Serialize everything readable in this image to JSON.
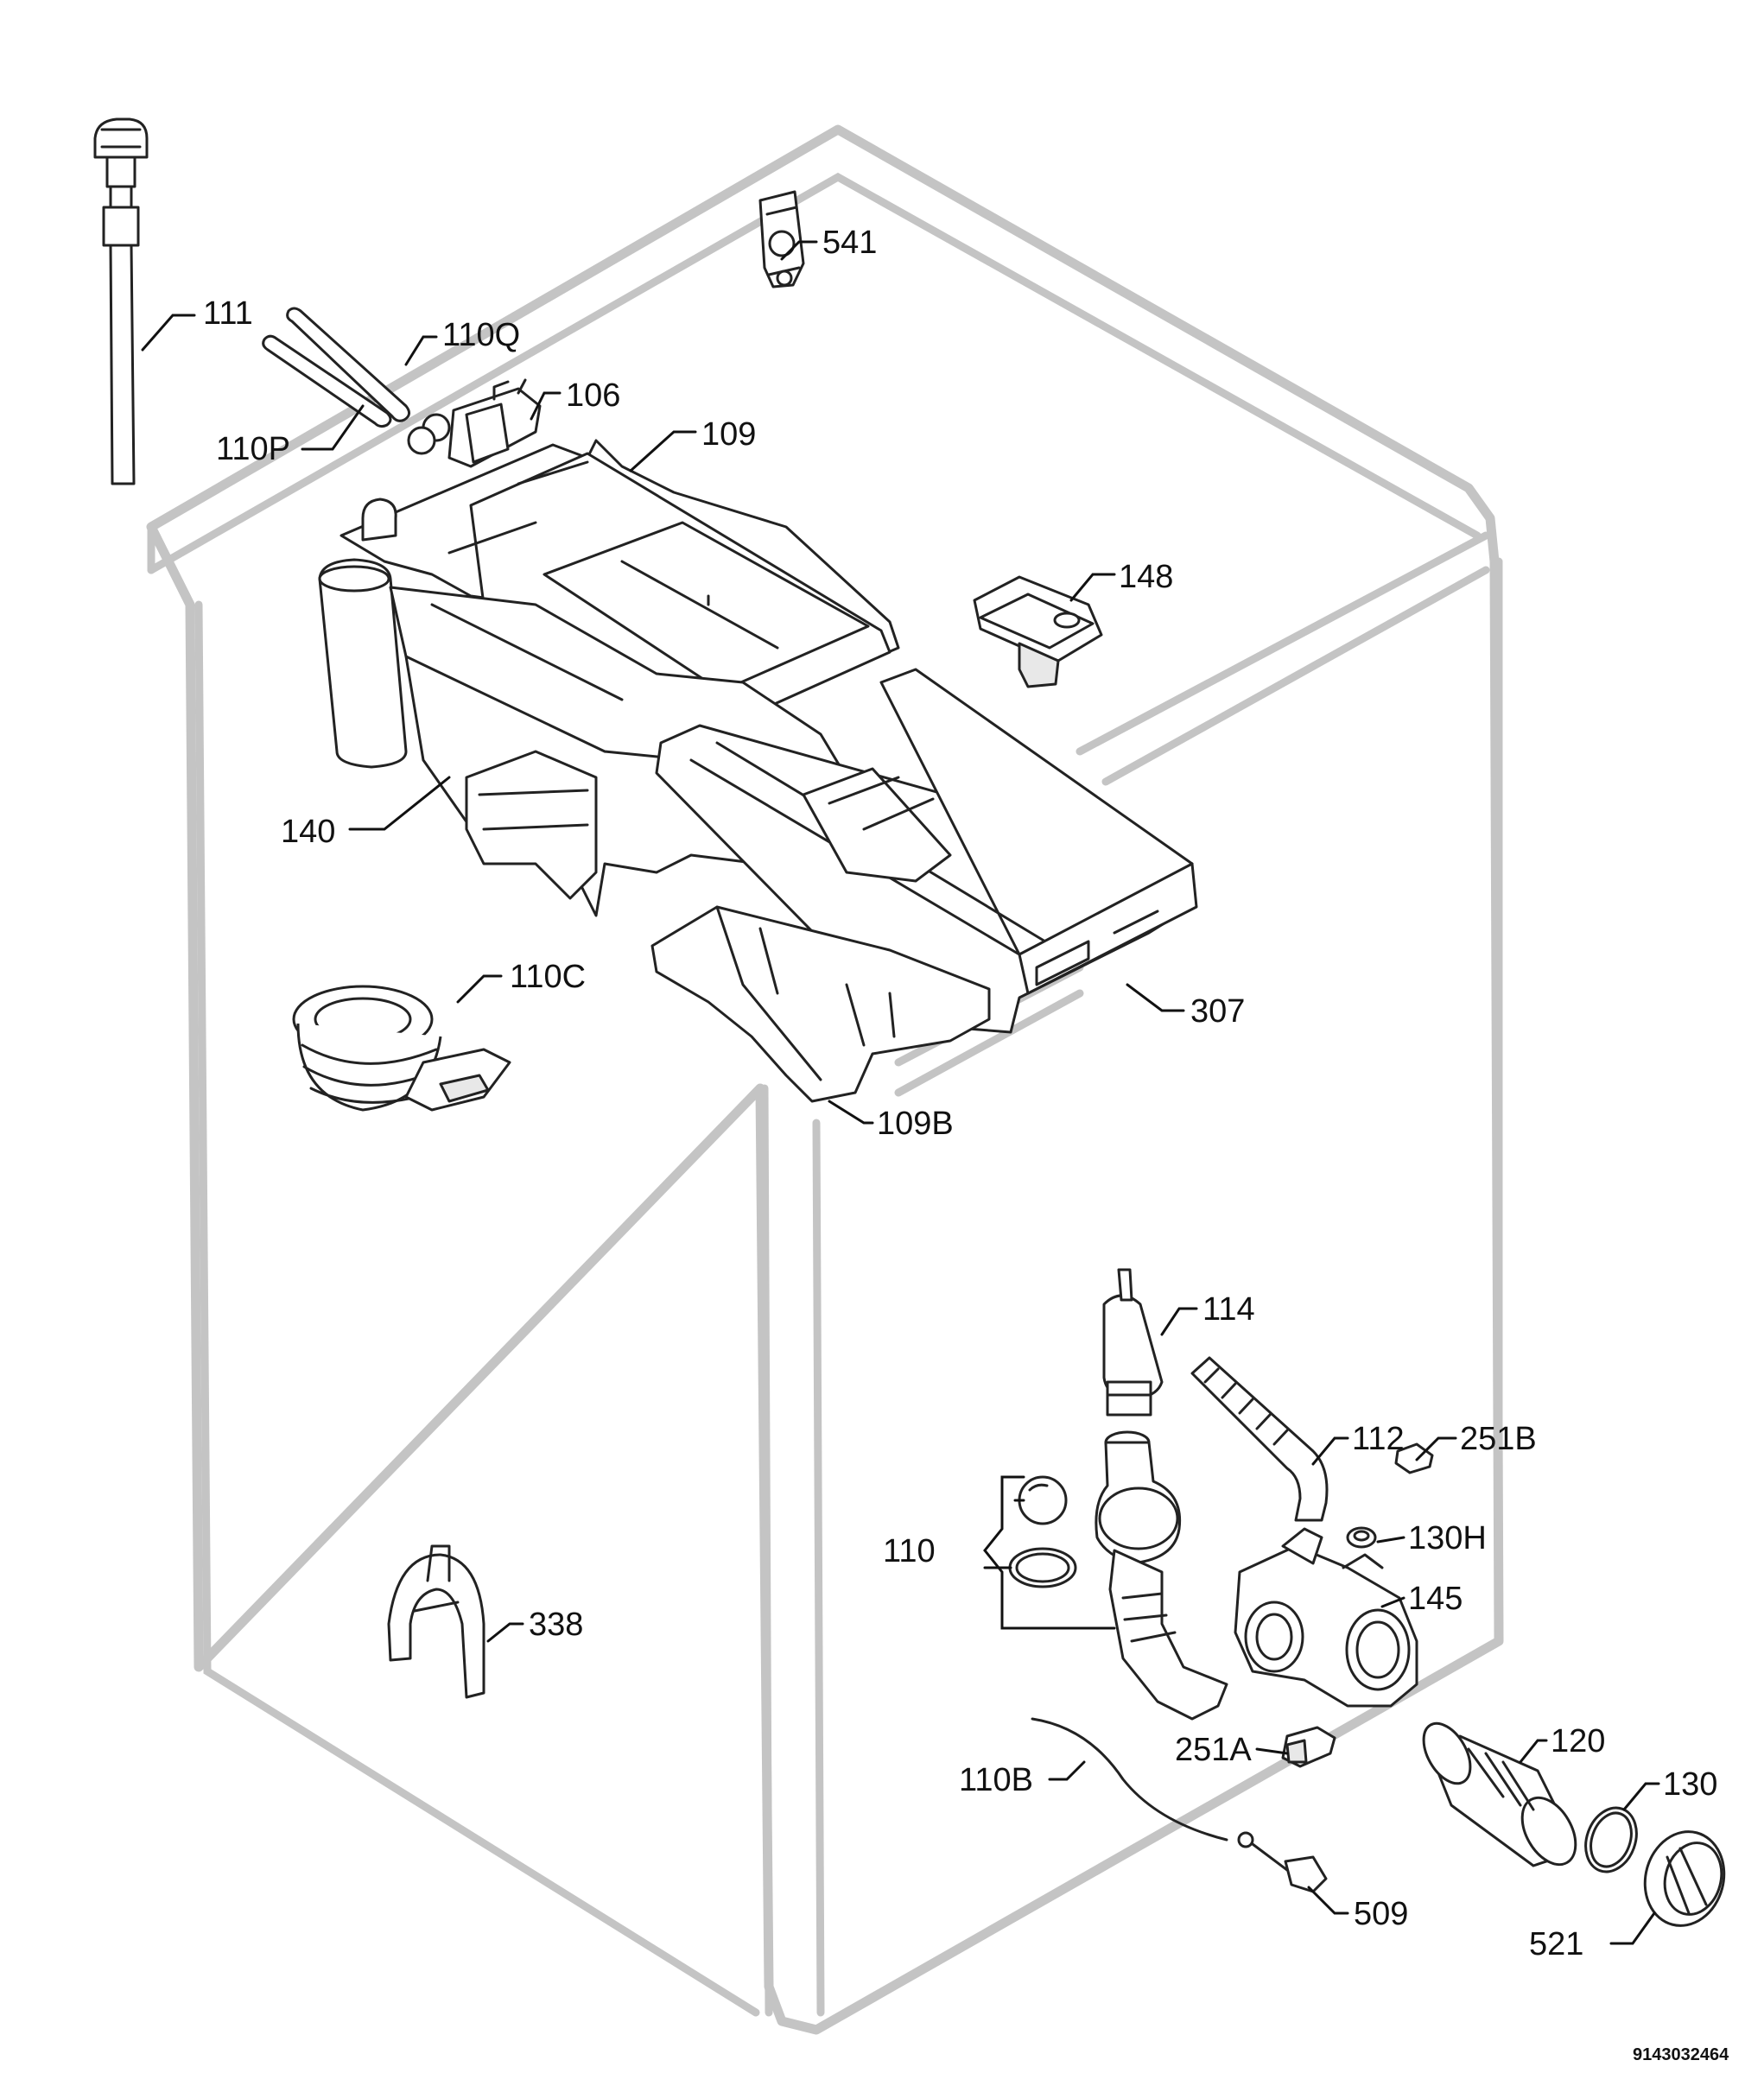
{
  "callouts": {
    "p111": "111",
    "p110Q": "110Q",
    "p110P": "110P",
    "p106": "106",
    "p109": "109",
    "p541": "541",
    "p148": "148",
    "p140": "140",
    "p110C": "110C",
    "p307": "307",
    "p109B": "109B",
    "p114": "114",
    "p112": "112",
    "p251B": "251B",
    "p110": "110",
    "p130H": "130H",
    "p145": "145",
    "p338": "338",
    "p120": "120",
    "p130": "130",
    "p251A": "251A",
    "p110B": "110B",
    "p509": "509",
    "p521": "521"
  },
  "doc_number": "9143032464"
}
